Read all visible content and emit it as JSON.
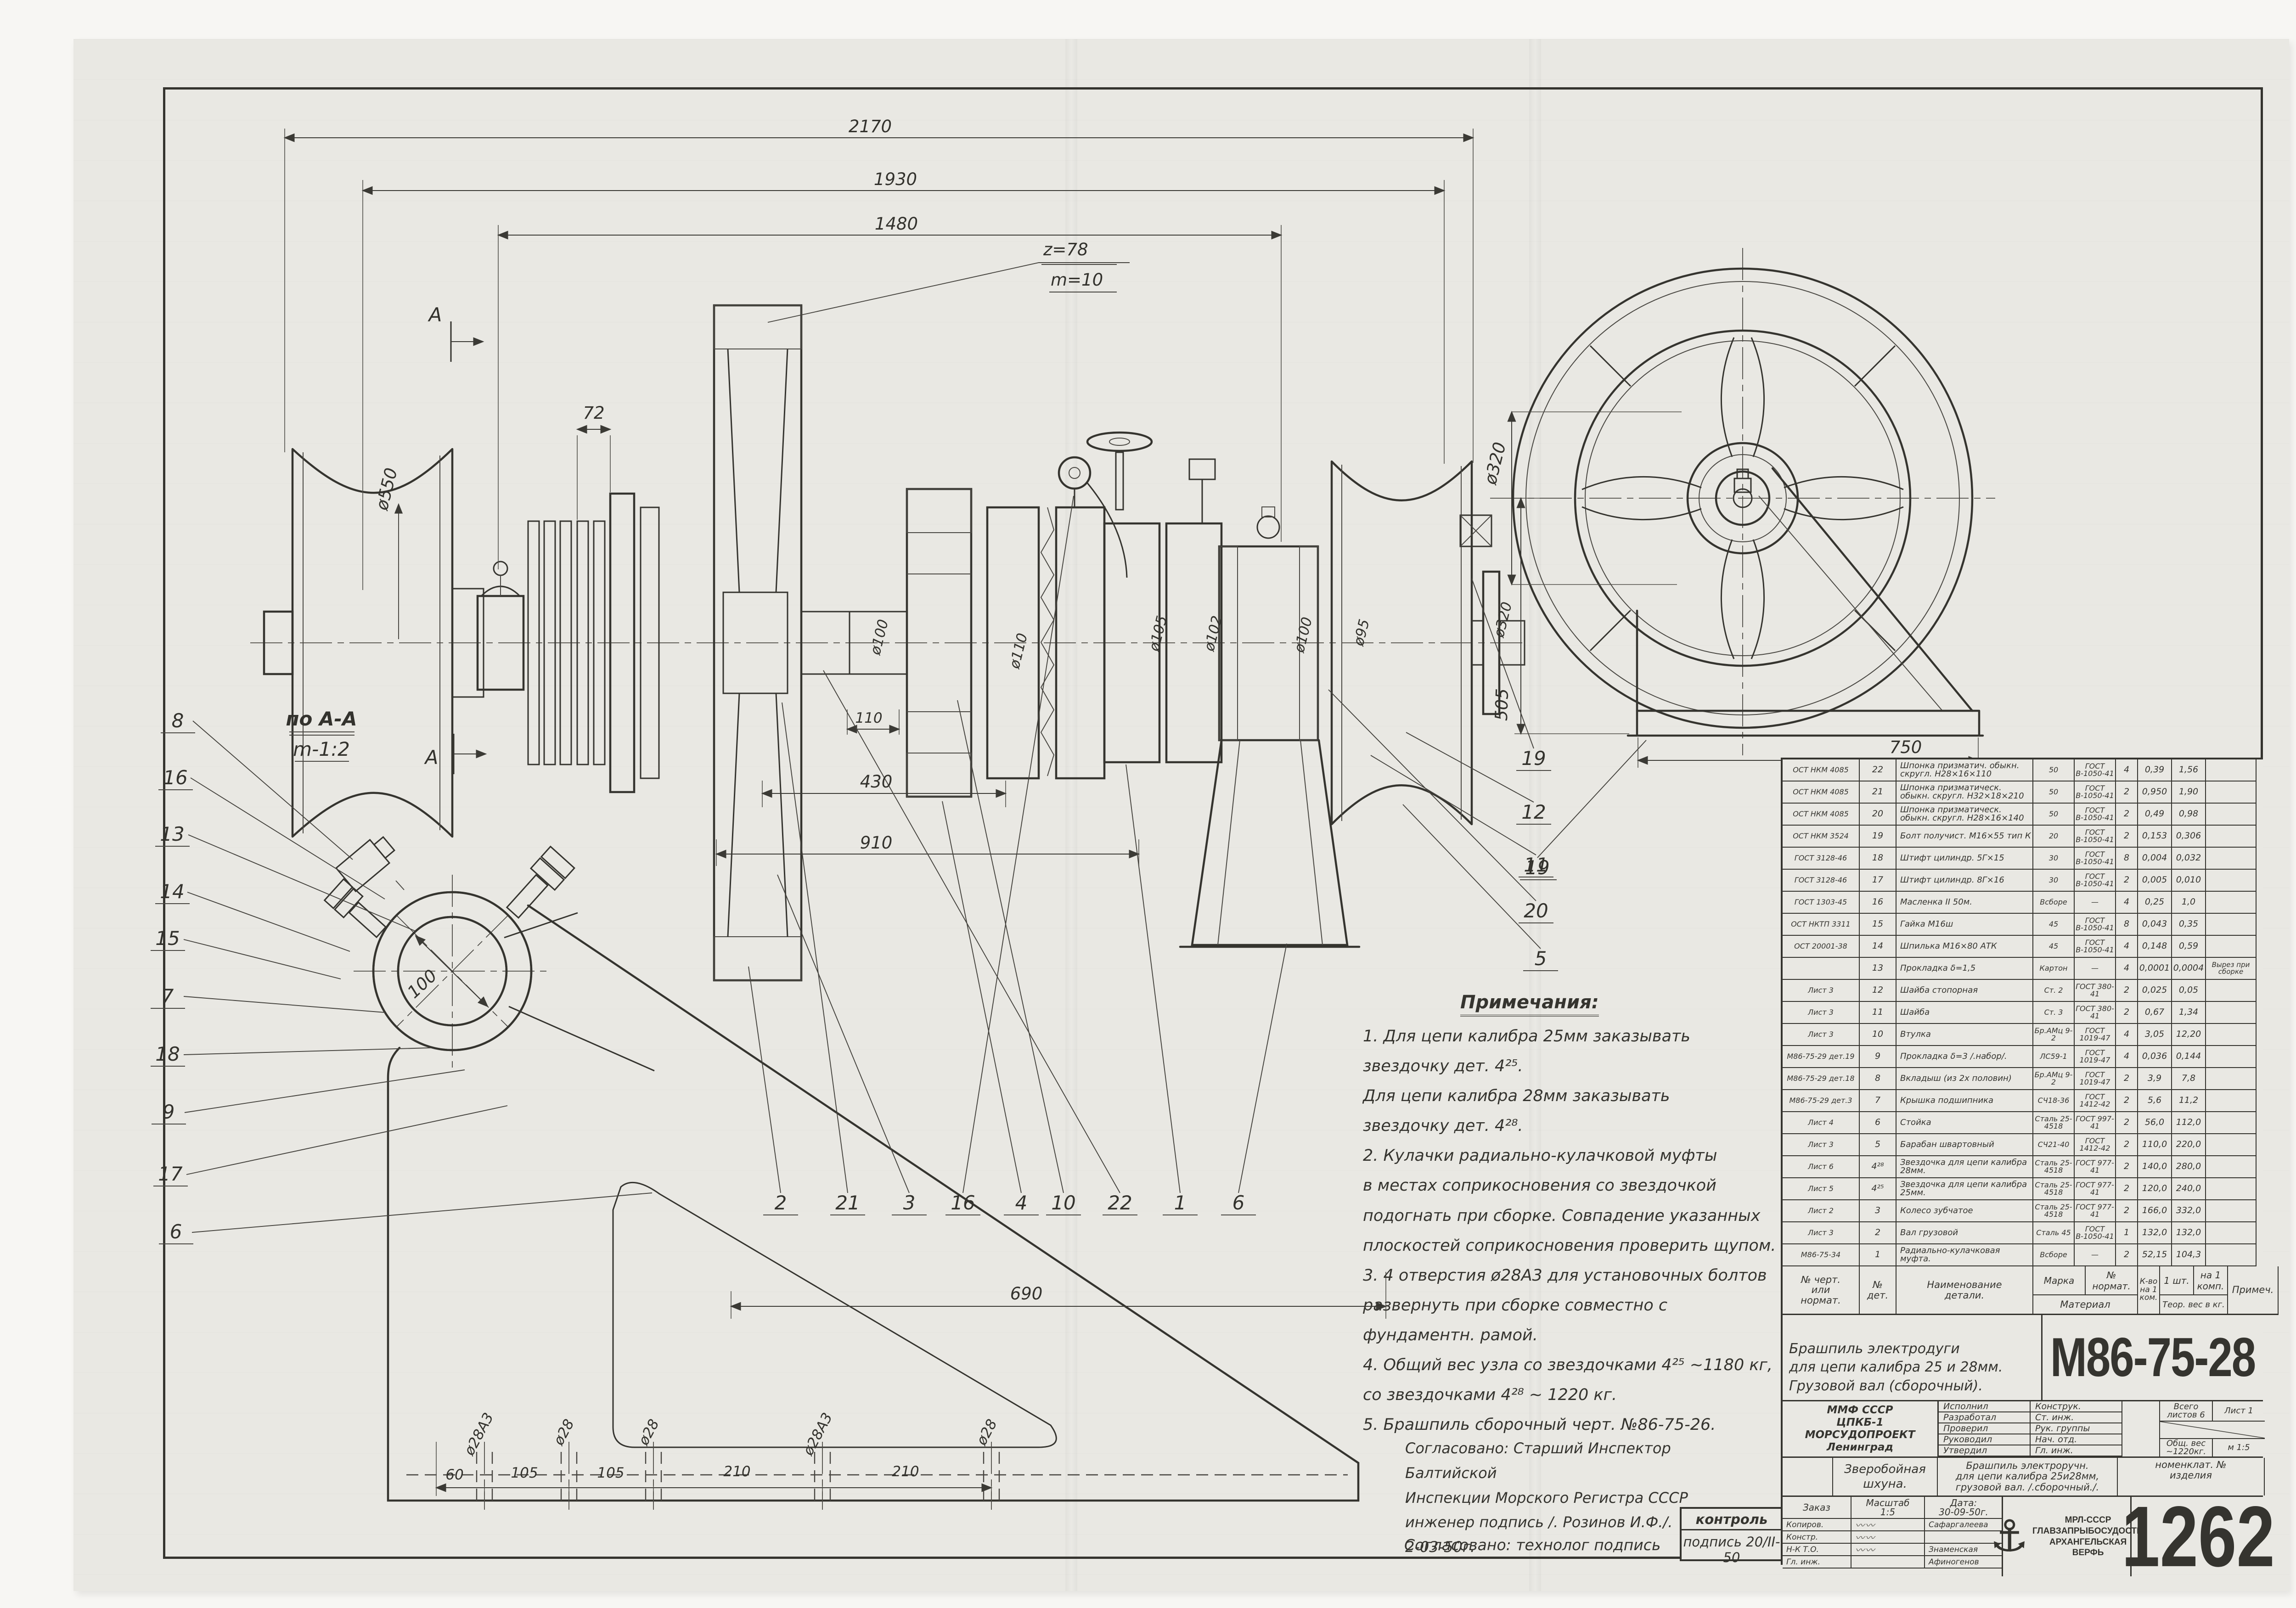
{
  "sheet": {
    "drawing_number": "М86-75-28",
    "registry_number": "1262"
  },
  "dimensions": {
    "d2170": "2170",
    "d1930": "1930",
    "d1480": "1480",
    "d72": "72",
    "z": "z=78",
    "m": "m=10",
    "d550": "ø550",
    "d100a": "ø100",
    "d110s": "110",
    "d110": "ø110",
    "d105": "ø105",
    "d102": "ø102",
    "d100b": "ø100",
    "d95": "ø95",
    "d320a": "ø320",
    "d430": "430",
    "d910": "910",
    "d505": "505",
    "d750": "750",
    "d320w": "ø320",
    "d690": "690",
    "d100sec": "100",
    "chain": [
      "60",
      "105",
      "105",
      "210",
      "210"
    ],
    "holes": [
      "ø28А3",
      "ø28",
      "ø28",
      "ø28А3",
      "ø28"
    ]
  },
  "section": {
    "title": "по А-А",
    "scale": "m-1:2",
    "mark": "А"
  },
  "callouts": {
    "left": [
      "8",
      "16",
      "13",
      "14",
      "15",
      "7",
      "18",
      "9",
      "17",
      "6"
    ],
    "bottom": [
      "2",
      "21",
      "3",
      "16",
      "4",
      "10",
      "22",
      "1",
      "6"
    ],
    "right": [
      "19",
      "12",
      "11",
      "20",
      "5"
    ],
    "wheel": "19"
  },
  "notes": {
    "title": "Примечания:",
    "text": "1. Для цепи калибра 25мм заказывать\nзвездочку  дет. 4²⁵.\nДля цепи калибра 28мм заказывать\nзвездочку  дет. 4²⁸.\n2. Кулачки радиально-кулачковой муфты\nв местах соприкосновения со звездочкой\nподогнать при сборке. Совпадение указанных\nплоскостей соприкосновения проверить щупом.\n3. 4 отверстия ø28А3 для установочных болтов\nразвернуть при сборке совместно с фундаментн. рамой.\n4. Общий вес узла со звездочками 4²⁵ ~1180 кг,\nсо звездочками 4²⁸ ~ 1220 кг.\n5. Брашпиль сборочный черт. №86-75-26."
  },
  "agreement": "Согласовано: Старший Инспектор Балтийской\nИнспекции Морского Регистра СССР\nинженер  подпись     /. Розинов И.Ф./.\n        2-03-50г.",
  "tech_note": "Согласовано: технолог   подпись",
  "control": {
    "r1": "контроль",
    "r2": "подпись  20/II-50"
  },
  "spec": {
    "header": {
      "c": "№ черт.\nили\nнормат.",
      "d": "№\nдет.",
      "n": "Наименование\nдетали.",
      "marka": "Марка",
      "norm": "№\nнормат.",
      "material": "Материал",
      "qty": "К-во\nна 1\nком.",
      "w1": "1 шт.",
      "wk": "на 1\nкомп.",
      "weight": "Теор. вес в кг.",
      "note": "Примеч."
    },
    "rows": [
      {
        "c": "ОСТ НКМ 4085",
        "d": "22",
        "n": "Шпонка призматич. обыкн. скругл. Н28×16×110",
        "m": "50",
        "g": "ГОСТ В-1050-41",
        "q": "4",
        "w1": "0,39",
        "wk": "1,56",
        "p": ""
      },
      {
        "c": "ОСТ НКМ 4085",
        "d": "21",
        "n": "Шпонка призматическ. обыкн. скругл. Н32×18×210",
        "m": "50",
        "g": "ГОСТ В-1050-41",
        "q": "2",
        "w1": "0,950",
        "wk": "1,90",
        "p": ""
      },
      {
        "c": "ОСТ НКМ 4085",
        "d": "20",
        "n": "Шпонка призматическ. обыкн. скругл. Н28×16×140",
        "m": "50",
        "g": "ГОСТ В-1050-41",
        "q": "2",
        "w1": "0,49",
        "wk": "0,98",
        "p": ""
      },
      {
        "c": "ОСТ НКМ 3524",
        "d": "19",
        "n": "Болт получист. М16×55 тип К",
        "m": "20",
        "g": "ГОСТ В-1050-41",
        "q": "2",
        "w1": "0,153",
        "wk": "0,306",
        "p": ""
      },
      {
        "c": "ГОСТ 3128-46",
        "d": "18",
        "n": "Штифт цилиндр. 5Г×15",
        "m": "30",
        "g": "ГОСТ В-1050-41",
        "q": "8",
        "w1": "0,004",
        "wk": "0,032",
        "p": ""
      },
      {
        "c": "ГОСТ 3128-46",
        "d": "17",
        "n": "Штифт цилиндр. 8Г×16",
        "m": "30",
        "g": "ГОСТ В-1050-41",
        "q": "2",
        "w1": "0,005",
        "wk": "0,010",
        "p": ""
      },
      {
        "c": "ГОСТ 1303-45",
        "d": "16",
        "n": "Масленка II 50м.",
        "m": "Всборе",
        "g": "—",
        "q": "4",
        "w1": "0,25",
        "wk": "1,0",
        "p": ""
      },
      {
        "c": "ОСТ НКТП 3311",
        "d": "15",
        "n": "Гайка М16ш",
        "m": "45",
        "g": "ГОСТ В-1050-41",
        "q": "8",
        "w1": "0,043",
        "wk": "0,35",
        "p": ""
      },
      {
        "c": "ОСТ 20001-38",
        "d": "14",
        "n": "Шпилька М16×80 АТК",
        "m": "45",
        "g": "ГОСТ В-1050-41",
        "q": "4",
        "w1": "0,148",
        "wk": "0,59",
        "p": ""
      },
      {
        "c": "",
        "d": "13",
        "n": "Прокладка δ=1,5",
        "m": "Картон",
        "g": "—",
        "q": "4",
        "w1": "0,0001",
        "wk": "0,0004",
        "p": "Вырез при сборке"
      },
      {
        "c": "Лист 3",
        "d": "12",
        "n": "Шайба стопорная",
        "m": "Ст. 2",
        "g": "ГОСТ 380-41",
        "q": "2",
        "w1": "0,025",
        "wk": "0,05",
        "p": ""
      },
      {
        "c": "Лист 3",
        "d": "11",
        "n": "Шайба",
        "m": "Ст. 3",
        "g": "ГОСТ 380-41",
        "q": "2",
        "w1": "0,67",
        "wk": "1,34",
        "p": ""
      },
      {
        "c": "Лист 3",
        "d": "10",
        "n": "Втулка",
        "m": "Бр.АМц 9-2",
        "g": "ГОСТ 1019-47",
        "q": "4",
        "w1": "3,05",
        "wk": "12,20",
        "p": ""
      },
      {
        "c": "М86-75-29 дет.19",
        "d": "9",
        "n": "Прокладка δ=3 /.набор/.",
        "m": "ЛС59-1",
        "g": "ГОСТ 1019-47",
        "q": "4",
        "w1": "0,036",
        "wk": "0,144",
        "p": ""
      },
      {
        "c": "М86-75-29 дет.18",
        "d": "8",
        "n": "Вкладыш (из 2х половин)",
        "m": "Бр.АМц 9-2",
        "g": "ГОСТ 1019-47",
        "q": "2",
        "w1": "3,9",
        "wk": "7,8",
        "p": ""
      },
      {
        "c": "М86-75-29 дет.3",
        "d": "7",
        "n": "Крышка подшипника",
        "m": "СЧ18-36",
        "g": "ГОСТ 1412-42",
        "q": "2",
        "w1": "5,6",
        "wk": "11,2",
        "p": ""
      },
      {
        "c": "Лист 4",
        "d": "6",
        "n": "Стойка",
        "m": "Сталь 25-4518",
        "g": "ГОСТ 997-41",
        "q": "2",
        "w1": "56,0",
        "wk": "112,0",
        "p": ""
      },
      {
        "c": "Лист 3",
        "d": "5",
        "n": "Барабан швартовный",
        "m": "СЧ21-40",
        "g": "ГОСТ 1412-42",
        "q": "2",
        "w1": "110,0",
        "wk": "220,0",
        "p": ""
      },
      {
        "c": "Лист 6",
        "d": "4²⁸",
        "n": "Звездочка для цепи калибра 28мм.",
        "m": "Сталь 25-4518",
        "g": "ГОСТ 977-41",
        "q": "2",
        "w1": "140,0",
        "wk": "280,0",
        "p": ""
      },
      {
        "c": "Лист 5",
        "d": "4²⁵",
        "n": "Звездочка для цепи калибра 25мм.",
        "m": "Сталь 25-4518",
        "g": "ГОСТ 977-41",
        "q": "2",
        "w1": "120,0",
        "wk": "240,0",
        "p": ""
      },
      {
        "c": "Лист 2",
        "d": "3",
        "n": "Колесо зубчатое",
        "m": "Сталь 25-4518",
        "g": "ГОСТ 977-41",
        "q": "2",
        "w1": "166,0",
        "wk": "332,0",
        "p": ""
      },
      {
        "c": "Лист 3",
        "d": "2",
        "n": "Вал грузовой",
        "m": "Сталь 45",
        "g": "ГОСТ В-1050-41",
        "q": "1",
        "w1": "132,0",
        "wk": "132,0",
        "p": ""
      },
      {
        "c": "М86-75-34",
        "d": "1",
        "n": "Радиально-кулачковая муфта.",
        "m": "Всборе",
        "g": "—",
        "q": "2",
        "w1": "52,15",
        "wk": "104,3",
        "p": ""
      }
    ]
  },
  "title_card": {
    "name": "Брашпиль электродуги\nдля цепи калибра 25 и 28мм.\nГрузовой вал (сборочный).",
    "number": "М86-75-28"
  },
  "org": {
    "lines": "ММФ СССР\nЦПКБ-1\nМОРСУДОПРОЕКТ\nЛенинград",
    "roles": [
      {
        "l": "Исполнил",
        "r": "Конструк."
      },
      {
        "l": "Разработал",
        "r": "Ст. инж."
      },
      {
        "l": "Проверил",
        "r": "Рук. группы"
      },
      {
        "l": "Руководил",
        "r": "Нач. отд."
      },
      {
        "l": "Утвердил",
        "r": "Гл. инж."
      }
    ],
    "total": "Всего\nлистов 6",
    "sheet": "Лист 1",
    "weight": "Общ. вес\n~1220кг.",
    "scale": "м 1:5"
  },
  "object": {
    "ship": "Зверобойная\nшхуна.",
    "product": "Брашпиль электроручн.\nдля цепи калибра 25и28мм,\nгрузовой вал. /.сборочный./.",
    "nomen": "номенклат. №\nизделия"
  },
  "order": {
    "zakaz": "Заказ",
    "scale_l": "Масштаб",
    "scale_v": "1:5",
    "date_l": "Дата:",
    "date_v": "30-09-50г.",
    "sigs": [
      {
        "l": "Копиров.",
        "s": "〰〰",
        "r": "Сафаргалеева"
      },
      {
        "l": "Констр.",
        "s": "〰〰",
        "r": ""
      },
      {
        "l": "Н-К Т.О.",
        "s": "〰〰",
        "r": "Знаменская"
      },
      {
        "l": "Гл. инж.",
        "s": "",
        "r": "Афиногенов"
      }
    ],
    "stamp_icon": "⚓",
    "stamp": "МРЛ-СССР\nГЛАВЗАПРЫБОСУДОСТР.\nАРХАНГЕЛЬСКАЯ\nВЕРФЬ",
    "number": "1262"
  }
}
